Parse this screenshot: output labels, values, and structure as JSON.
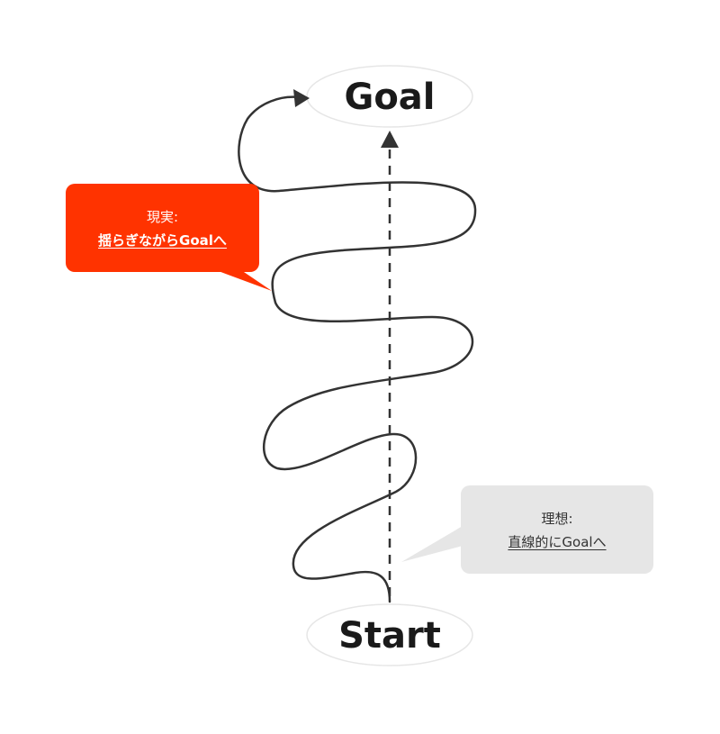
{
  "diagram": {
    "goal_label": "Goal",
    "start_label": "Start",
    "reality_callout": {
      "heading": "現実:",
      "body": "揺らぎながらGoalへ",
      "color": "#ff3300"
    },
    "ideal_callout": {
      "heading": "理想:",
      "body": "直線的にGoalへ",
      "color": "#e6e6e6"
    },
    "colors": {
      "path": "#333333",
      "node_border": "#e6e6e6"
    }
  }
}
